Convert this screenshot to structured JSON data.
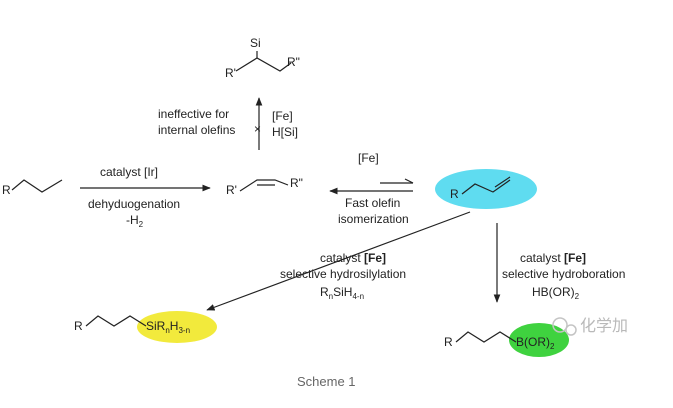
{
  "colors": {
    "cyan_highlight": "#5fdcf0",
    "yellow_highlight": "#f2ea3c",
    "green_highlight": "#3fd23f"
  },
  "labels": {
    "si": "Si",
    "r": "R",
    "r_prime": "R'",
    "r_double_prime": "R\"",
    "ineffective_line1": "ineffective for",
    "ineffective_line2": "internal olefins",
    "fe_top": "[Fe]",
    "hsi": "H[Si]",
    "catalyst_ir": "catalyst [Ir]",
    "dehydrogenation": "dehyduogenation",
    "minus_h2_prefix": "-H",
    "h2_sub": "2",
    "fe_mid": "[Fe]",
    "fast_olefin": "Fast olefin",
    "isomerization": "isomerization",
    "hydrosil_catalyst": "catalyst [Fe]",
    "hydrosil_selective": "selective hydrosilylation",
    "silane_formula": "RnSiH4-n",
    "hydrobor_catalyst": "catalyst [Fe]",
    "hydrobor_selective": "selective hydroboration",
    "borane_formula": "HB(OR)2",
    "silyl_product": "SiRnH3-n",
    "boryl_product": "B(OR)2"
  },
  "watermark": "化学加",
  "caption": "Scheme 1"
}
